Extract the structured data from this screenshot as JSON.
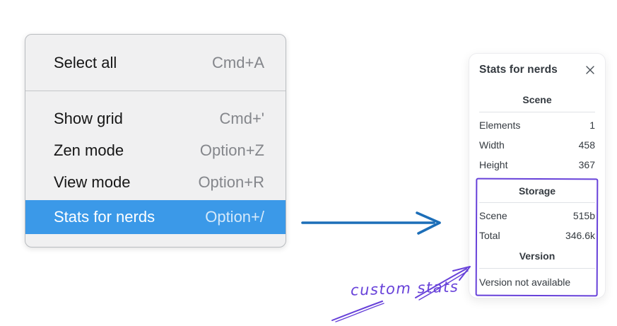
{
  "colors": {
    "menu_bg": "#f0f0f1",
    "menu_highlight": "#3b99e8",
    "shortcut_gray": "#84868b",
    "arrow_blue": "#1c6eb8",
    "annotation_purple": "#6741d9",
    "panel_text": "#343a40"
  },
  "context_menu": {
    "sections": [
      {
        "items": [
          {
            "label": "Select all",
            "shortcut": "Cmd+A",
            "highlighted": false
          }
        ]
      },
      {
        "items": [
          {
            "label": "Show grid",
            "shortcut": "Cmd+'",
            "highlighted": false
          },
          {
            "label": "Zen mode",
            "shortcut": "Option+Z",
            "highlighted": false
          },
          {
            "label": "View mode",
            "shortcut": "Option+R",
            "highlighted": false
          },
          {
            "label": "Stats for nerds",
            "shortcut": "Option+/",
            "highlighted": true
          }
        ]
      }
    ]
  },
  "stats_panel": {
    "title": "Stats for nerds",
    "close_icon": "close-x",
    "sections": [
      {
        "heading": "Scene",
        "rows": [
          [
            "Elements",
            "1"
          ],
          [
            "Width",
            "458"
          ],
          [
            "Height",
            "367"
          ]
        ]
      },
      {
        "heading": "Storage",
        "rows": [
          [
            "Scene",
            "515b"
          ],
          [
            "Total",
            "346.6k"
          ]
        ]
      },
      {
        "heading": "Version",
        "rows": [],
        "note": "Version not available"
      }
    ]
  },
  "annotation": {
    "label": "custom stats"
  }
}
